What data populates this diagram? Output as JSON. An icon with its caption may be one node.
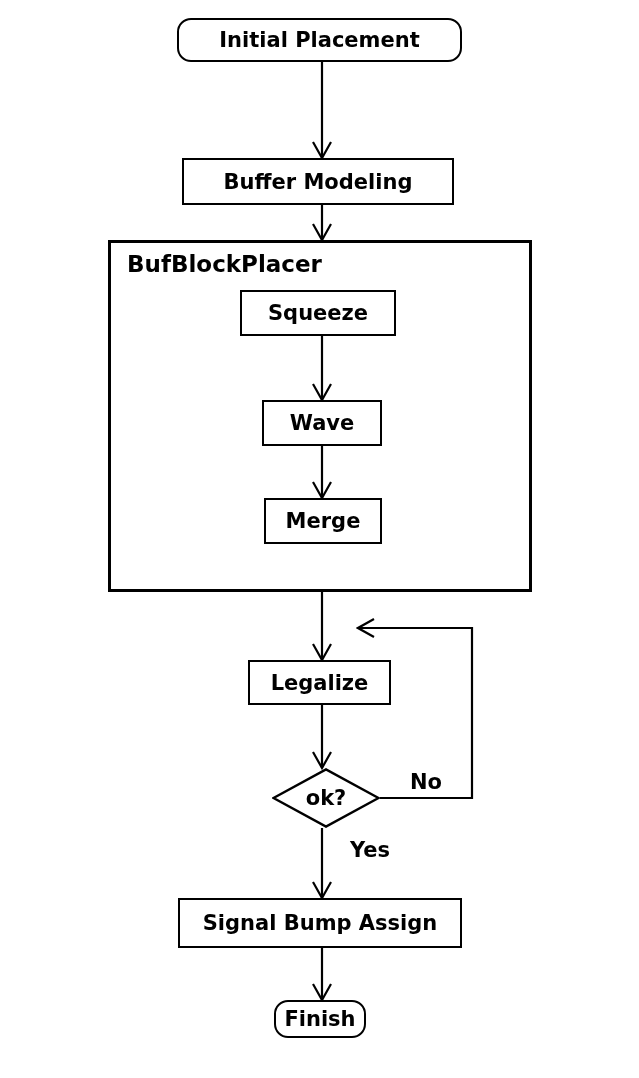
{
  "diagram": {
    "nodes": [
      {
        "text": [
          "Initial Placement"
        ]
      },
      {
        "text": [
          "Buffer Modeling"
        ]
      },
      {
        "text": [
          "BufBlockPlacer"
        ]
      },
      {
        "text": [
          "Squeeze"
        ],
        "in": 2
      },
      {
        "text": [
          "Wave"
        ],
        "in": 2
      },
      {
        "text": [
          "Merge"
        ],
        "in": 2
      },
      {
        "text": [
          "Legalize"
        ]
      },
      {
        "text": [
          "ok?"
        ]
      },
      {
        "text": [
          "Signal Bump Assign"
        ]
      },
      {
        "text": [
          "Finish"
        ]
      }
    ],
    "edges": [
      {
        "from": 0,
        "to": 1,
        "arrow": "to"
      },
      {
        "from": 1,
        "to": 2,
        "arrow": "to"
      },
      {
        "from": 3,
        "to": 4,
        "arrow": "to"
      },
      {
        "from": 4,
        "to": 5,
        "arrow": "to"
      },
      {
        "from": 2,
        "to": 6,
        "arrow": "to"
      },
      {
        "from": 6,
        "to": 7,
        "arrow": "to"
      },
      {
        "from": 7,
        "to": null,
        "arrow": "to",
        "label": "No"
      },
      {
        "from": 7,
        "to": 8,
        "arrow": "to",
        "label": "Yes"
      },
      {
        "from": 8,
        "to": 9,
        "arrow": "to"
      }
    ]
  }
}
